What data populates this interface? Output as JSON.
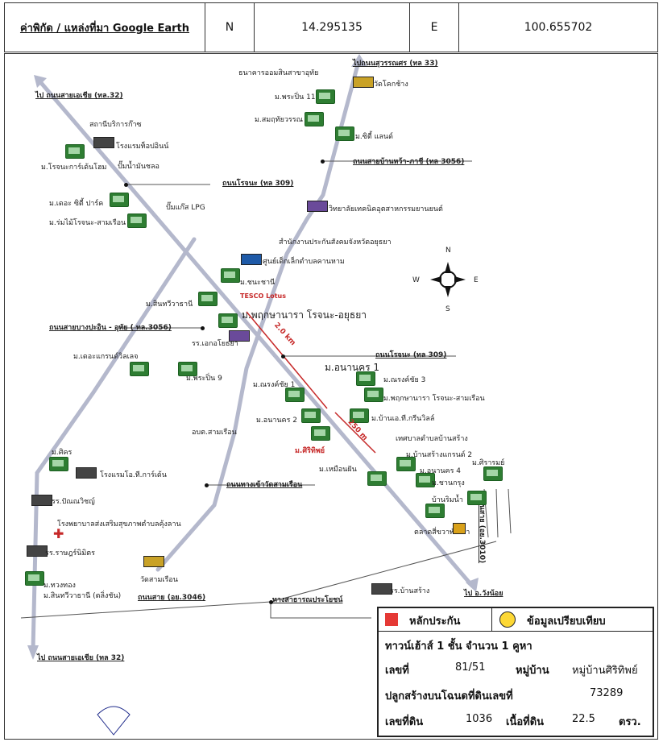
{
  "header": {
    "source_label": "ค่าพิกัด / แหล่งที่มา Google Earth",
    "n_label": "N",
    "n_value": "14.295135",
    "e_label": "E",
    "e_value": "100.655702"
  },
  "map": {
    "roads": {
      "asia_top": "ไป ถนนสายเอเชีย (ทล.32)",
      "suphan": "ไปถนนสุวรรณศร (ทล 33)",
      "ban_wa": "ถนนสายบ้านหว้า-ภาชี (ทล 3056)",
      "rojana_309a": "ถนนโรจนะ (ทล 309)",
      "bangpain": "ถนนสายบางปะอิน - อุทัย ( ทล.3056)",
      "rojana_309b": "ถนนโรจนะ (ทล 309)",
      "wat_samruen_road": "ถนนทางเข้าวัดสามเรือน",
      "rd_3046": "ถนนสาย (อย.3046)",
      "public_way": "ทางสาธารณประโยชน์",
      "to_wangnoi": "ไป อ.วังน้อย",
      "asia_bottom": "ไป ถนนสายเอเชีย (ทล 32)",
      "rd_3010": "ถนนสาย (อย.3010)"
    },
    "places": {
      "gsb": "ธนาคารออมสินสาขาอุทัย",
      "wat_khok_chang": "วัดโคกช้าง",
      "phrapin11": "ม.พระปิ่น 11",
      "samutthai": "ม.สมฤทัยวรรณ",
      "city_land": "ม.ซิตี้ แลนด์",
      "gas_station": "สถานีบริการก๊าซ",
      "grand_inn": "โรงแรมท็อปอินน์",
      "rojana_garden": "ม.โรจนะการ์เด้นโฮม",
      "oil_pump": "ปั๊มน้ำมันชลอ",
      "the_city_park": "ม.เดอะ ซิตี้ ปาร์ค",
      "lpg": "ปั๊มแก๊ส LPG",
      "rom_mai": "ม.ร่มไม้โรจนะ-สามเรือน",
      "college": "วิทยาลัยเทคนิคอุตสาหกรรมยานยนต์",
      "sso": "สำนักงานประกันสังคมจังหวัดอยุธยา",
      "child_center": "ศูนย์เด็กเล็กตำบลคานหาม",
      "chanachani": "ม.ชนะชานี",
      "sinthawee": "ม.สินทวีวาธานี",
      "tesco": "TESCO Lotus",
      "pruksa": "ม.พฤกษานารา โรจนะ-อยุธยา",
      "ekkamai": "รร.เอกอโยธยา",
      "grand_view": "ม.เดอะแกรนด์วิลเลจ",
      "phrapin9": "ม.พระปิ่น 9",
      "anan1": "ม.อนานคร 1",
      "narong1": "ม.ณรงค์ชัย 1",
      "narong3": "ม.ณรงค์ชัย 3",
      "pruksa2": "ม.พฤกษานารา โรจนะ-สามเรือน",
      "anan2": "ม.อนานคร 2",
      "ban_or": "ม.บ้านเอ.ที.กรีนวิลล์",
      "subject": "ม.ศิริทิพย์",
      "obt": "อบต.สามเรือน",
      "municipality": "เทศบาลตำบลบ้านสร้าง",
      "ban_sang2": "ม.บ้านสร้างแกรนด์ 2",
      "sirarom": "ม.ศิรารมย์",
      "anan4": "ม.อนานคร 4",
      "chanakrung": "ม.ชานกรุง",
      "muean_fan": "ม.เหมือนฝัน",
      "ban_rim": "บ้านริมน้ำ",
      "market": "ตลาดสี่ขวาพัฒนา",
      "sikorn": "ม.ศิคร",
      "hotel_ot": "โรงแรมโอ.ที.การ์เด้น",
      "school_pin": "รร.ปัณณวิชญ์",
      "hospital": "โรงพยาบาลส่งเสริมสุขภาพตำบลคุ้งลาน",
      "school_rat": "รร.ราษฎร์นิมิตร",
      "wat_samruen": "วัดสามเรือน",
      "thongthong": "ม.ทวงทอง",
      "sinthawi2": "ม.สินทวีวาธานี (ตลิ่งชัน)",
      "school_bs": "รร.บ้านสร้าง"
    },
    "distances": {
      "d1": "2.0 km",
      "d2": "250 m"
    },
    "compass": {
      "n": "N",
      "s": "S",
      "e": "E",
      "w": "W"
    }
  },
  "legend": {
    "sample_label": "หลักประกัน",
    "compare_label": "ข้อมูลเปรียบเทียบ",
    "desc": "ทาวน์เฮ้าส์ 1 ชั้น จำนวน 1 คูหา",
    "house_no_label": "เลขที่",
    "house_no": "81/51",
    "village_label": "หมู่บ้าน",
    "village": "หมู่บ้านศิริทิพย์",
    "deed_label": "ปลูกสร้างบนโฉนดที่ดินเลขที่",
    "deed_no": "73289",
    "land_no_label": "เลขที่ดิน",
    "land_no": "1036",
    "area_label": "เนื้อที่ดิน",
    "area": "22.5",
    "area_unit": "ตรว."
  },
  "colors": {
    "road": "#b4b8cc",
    "sample": "#e53935",
    "compare": "#fdd835",
    "house": "#2e7d32"
  }
}
